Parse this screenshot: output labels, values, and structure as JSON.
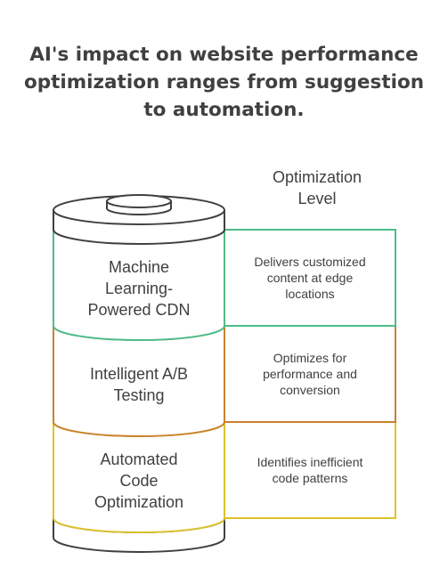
{
  "title": {
    "lines": [
      "AI's impact on website performance",
      "optimization ranges from suggestion",
      "to automation."
    ]
  },
  "level_label": {
    "lines": [
      "Optimization",
      "Level"
    ]
  },
  "colors": {
    "green": "#4dbd8a",
    "orange": "#c9822c",
    "yellow": "#dcc22a",
    "dark": "#404040"
  },
  "levels": [
    {
      "label_lines": [
        "Machine",
        "Learning-",
        "Powered CDN"
      ],
      "description_lines": [
        "Delivers customized",
        "content at edge",
        "locations"
      ],
      "color": "green"
    },
    {
      "label_lines": [
        "Intelligent A/B",
        "Testing"
      ],
      "description_lines": [
        "Optimizes for",
        "performance and",
        "conversion"
      ],
      "color": "orange"
    },
    {
      "label_lines": [
        "Automated",
        "Code",
        "Optimization"
      ],
      "description_lines": [
        "Identifies inefficient",
        "code patterns"
      ],
      "color": "yellow"
    }
  ]
}
